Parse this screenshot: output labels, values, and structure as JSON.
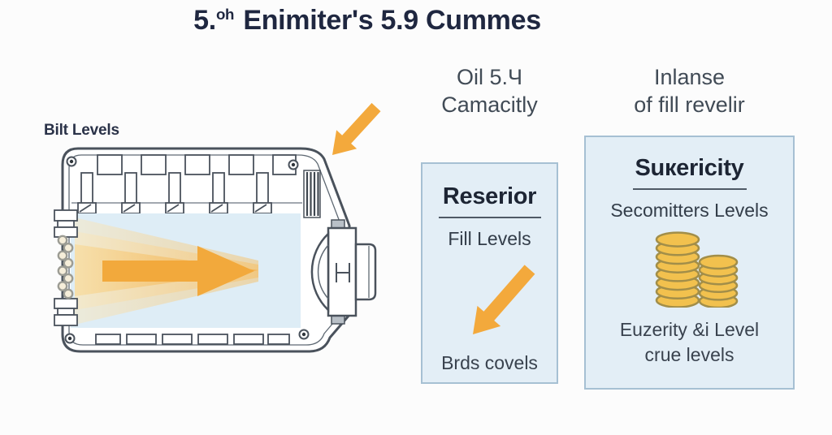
{
  "page": {
    "title": {
      "prefix": "5.",
      "superscript": "oh",
      "rest": " Enimiter's 5.9 Cummes"
    }
  },
  "diagram": {
    "label": "Bilt Levels",
    "figure": "engine-oil-pan-line-drawing",
    "arrow_direction": "down-left"
  },
  "columns": {
    "capacity": {
      "line1": "Oil 5.Ч",
      "line2": "Camacitly"
    },
    "importance": {
      "line1": "Inlanse",
      "line2": "of fill revelir"
    }
  },
  "panels": {
    "reservoir": {
      "heading": "Reserior",
      "subheading": "Fill Levels",
      "caption": "Brds covels",
      "arrow_direction": "down-left"
    },
    "sufficiency": {
      "heading": "Suкericity",
      "subheading": "Secomitters Levels",
      "caption_line1": "Euzerity &i Level",
      "caption_line2": "crue levels"
    }
  },
  "coins": {
    "stack_counts": [
      8,
      6
    ]
  },
  "colors": {
    "accent_orange": "#F3A93C",
    "beam_pale": "#F8E8C2",
    "panel_bg": "#E3EEF6",
    "panel_border": "#A6C0D3",
    "coin_fill": "#F2C14E",
    "coin_stroke": "#A28E49",
    "title_text": "#1F2740",
    "body_text": "#414B56",
    "line_art": "#4A525C",
    "interior_blue": "#DEEDF6"
  }
}
